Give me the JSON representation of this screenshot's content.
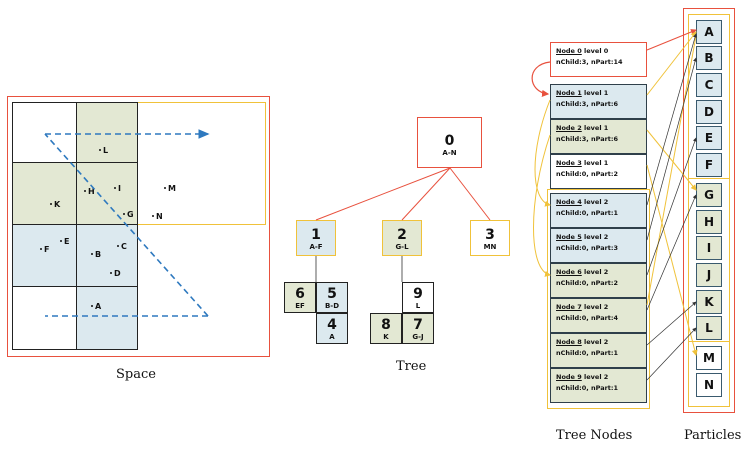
{
  "captions": {
    "space": "Space",
    "tree": "Tree",
    "tree_nodes": "Tree Nodes",
    "particles": "Particles"
  },
  "space_points": [
    "L",
    "H",
    "I",
    "M",
    "K",
    "G",
    "N",
    "E",
    "C",
    "F",
    "B",
    "D",
    "A"
  ],
  "tree": [
    {
      "id": "0",
      "range": "A-N"
    },
    {
      "id": "1",
      "range": "A-F"
    },
    {
      "id": "2",
      "range": "G-L"
    },
    {
      "id": "3",
      "range": "MN"
    },
    {
      "id": "6",
      "range": "EF"
    },
    {
      "id": "5",
      "range": "B-D"
    },
    {
      "id": "4",
      "range": "A"
    },
    {
      "id": "9",
      "range": "L"
    },
    {
      "id": "8",
      "range": "K"
    },
    {
      "id": "7",
      "range": "G-J"
    }
  ],
  "tree_nodes": [
    {
      "name": "Node 0",
      "level": "level 0",
      "stats": "nChild:3, nPart:14"
    },
    {
      "name": "Node 1",
      "level": "level 1",
      "stats": "nChild:3, nPart:6"
    },
    {
      "name": "Node 2",
      "level": "level 1",
      "stats": "nChild:3, nPart:6"
    },
    {
      "name": "Node 3",
      "level": "level 1",
      "stats": "nChild:0, nPart:2"
    },
    {
      "name": "Node 4",
      "level": "level 2",
      "stats": "nChild:0, nPart:1"
    },
    {
      "name": "Node 5",
      "level": "level 2",
      "stats": "nChild:0, nPart:3"
    },
    {
      "name": "Node 6",
      "level": "level 2",
      "stats": "nChild:0, nPart:2"
    },
    {
      "name": "Node 7",
      "level": "level 2",
      "stats": "nChild:0, nPart:4"
    },
    {
      "name": "Node 8",
      "level": "level 2",
      "stats": "nChild:0, nPart:1"
    },
    {
      "name": "Node 9",
      "level": "level 2",
      "stats": "nChild:0, nPart:1"
    }
  ],
  "particles": [
    "A",
    "B",
    "C",
    "D",
    "E",
    "F",
    "G",
    "H",
    "I",
    "J",
    "K",
    "L",
    "M",
    "N"
  ],
  "colors": {
    "red": "#e8513e",
    "yellow": "#f0c23a",
    "blue_fill": "#dce9ef",
    "green_fill": "#e3e8d3",
    "arrow_blue": "#2e79bf"
  }
}
